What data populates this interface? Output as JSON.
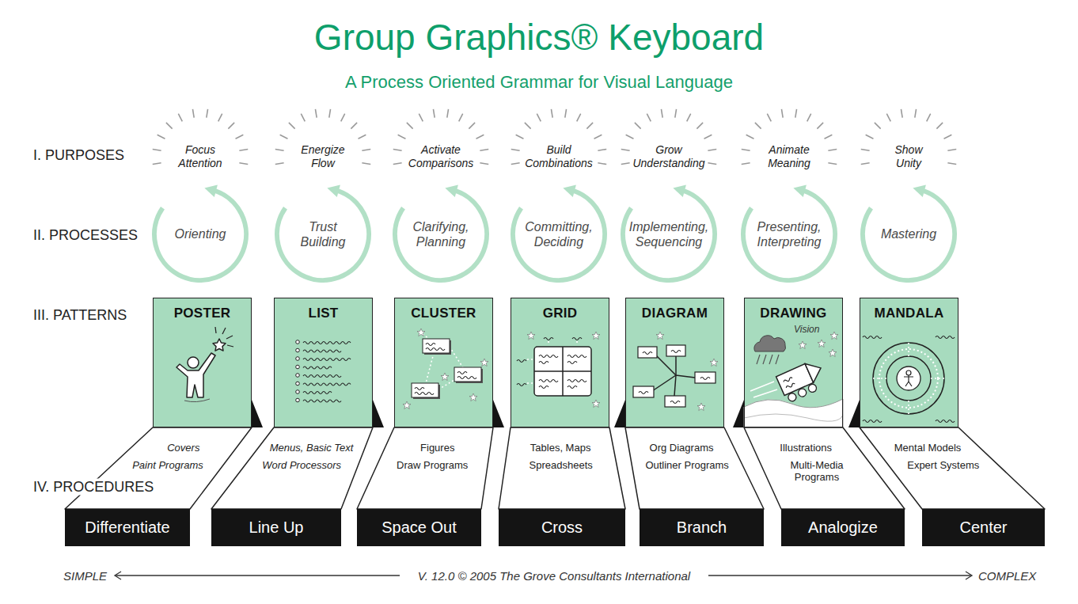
{
  "diagram": {
    "title": "Group Graphics® Keyboard",
    "nodes": [
      {
        "text": [
          "Focus Attention"
        ]
      },
      {
        "text": [
          "Energize Flow"
        ]
      },
      {
        "text": [
          "Activate Comparisons"
        ]
      },
      {
        "text": [
          "Build Combinations"
        ]
      },
      {
        "text": [
          "Grow Understanding"
        ]
      },
      {
        "text": [
          "Animate Meaning"
        ]
      },
      {
        "text": [
          "Show Unity"
        ]
      },
      {
        "text": [
          "Orienting"
        ]
      },
      {
        "text": [
          "Trust Building"
        ]
      },
      {
        "text": [
          "Clarifying, Planning"
        ]
      },
      {
        "text": [
          "Committing, Deciding"
        ]
      },
      {
        "text": [
          "Implementing, Sequencing"
        ]
      },
      {
        "text": [
          "Presenting, Interpreting"
        ]
      },
      {
        "text": [
          "Mastering"
        ]
      },
      {
        "text": [
          "POSTER"
        ]
      },
      {
        "text": [
          "LIST"
        ]
      },
      {
        "text": [
          "CLUSTER"
        ]
      },
      {
        "text": [
          "GRID"
        ]
      },
      {
        "text": [
          "DIAGRAM"
        ]
      },
      {
        "text": [
          "DRAWING"
        ]
      },
      {
        "text": [
          "MANDALA"
        ]
      },
      {
        "text": [
          "Covers",
          "Paint Programs"
        ]
      },
      {
        "text": [
          "Menus, Basic Text",
          "Word Processors"
        ]
      },
      {
        "text": [
          "Figures",
          "Draw Programs"
        ]
      },
      {
        "text": [
          "Tables, Maps",
          "Spreadsheets"
        ]
      },
      {
        "text": [
          "Org Diagrams",
          "Outliner Programs"
        ]
      },
      {
        "text": [
          "Illustrations",
          "Multi-Media Programs"
        ]
      },
      {
        "text": [
          "Mental Models",
          "Expert Systems"
        ]
      },
      {
        "text": [
          "Differentiate"
        ]
      },
      {
        "text": [
          "Line Up"
        ]
      },
      {
        "text": [
          "Space Out"
        ]
      },
      {
        "text": [
          "Cross"
        ]
      },
      {
        "text": [
          "Branch"
        ]
      },
      {
        "text": [
          "Analogize"
        ]
      },
      {
        "text": [
          "Center"
        ]
      }
    ],
    "labels": [
      "A Process Oriented Grammar for Visual Language",
      "I. PURPOSES",
      "II. PROCESSES",
      "III. PATTERNS",
      "IV. PROCEDURES",
      "Vision",
      "SIMPLE",
      "V. 12.0 © 2005 The Grove Consultants International",
      "COMPLEX"
    ]
  }
}
